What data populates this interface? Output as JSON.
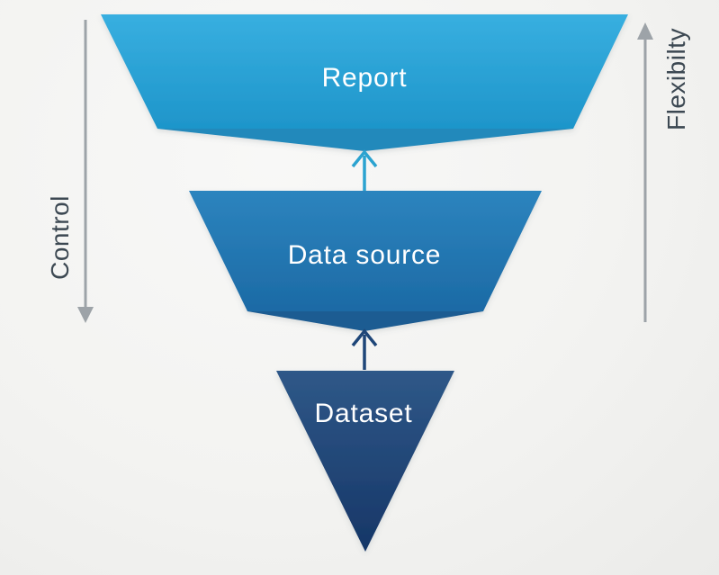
{
  "layers": [
    {
      "id": "report",
      "label": "Report"
    },
    {
      "id": "data-source",
      "label": "Data source"
    },
    {
      "id": "dataset",
      "label": "Dataset"
    }
  ],
  "side_axes": {
    "left": {
      "label": "Control",
      "arrow_direction": "down"
    },
    "right": {
      "label": "Flexibilty",
      "arrow_direction": "up"
    }
  },
  "flow_arrows": [
    {
      "from": "Dataset",
      "to": "Data source",
      "direction": "up"
    },
    {
      "from": "Data source",
      "to": "Report",
      "direction": "up"
    }
  ],
  "colors": {
    "report_top": "#38AFE0",
    "report_bottom": "#1E95CA",
    "report_fold": "#2289BB",
    "source_top": "#2C84BE",
    "source_bottom": "#1C6AA5",
    "source_fold": "#1A5B92",
    "dataset_top": "#2F5888",
    "dataset_bottom": "#163667",
    "arrow_light": "#2BA3D0",
    "arrow_dark": "#1E4678",
    "rail": "#9DA3A8",
    "side_label_text": "#3C4852",
    "layer_label_text": "#FFFFFF"
  }
}
